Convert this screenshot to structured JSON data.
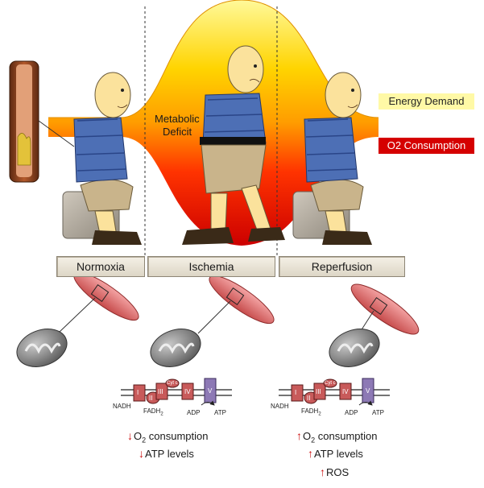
{
  "legend": {
    "energy_demand": "Energy Demand",
    "o2_consumption": "O2 Consumption",
    "energy_color": "#fff9a6",
    "o2_color": "#d50000"
  },
  "overlay": {
    "metabolic_line1": "Metabolic",
    "metabolic_line2": "Deficit"
  },
  "phases": [
    {
      "label": "Normoxia"
    },
    {
      "label": "Ischemia"
    },
    {
      "label": "Reperfusion"
    }
  ],
  "etc": {
    "complexes": [
      "I",
      "II",
      "III",
      "IV",
      "V"
    ],
    "cyt_label": "Cyt c",
    "nadh": "NADH",
    "fadh": "FADH",
    "fadh_sub": "2",
    "adp": "ADP",
    "atp": "ATP"
  },
  "ischemia_readout": {
    "o2_prefix": "O",
    "o2_sub": "2",
    "o2_text": " consumption",
    "atp_text": "ATP levels",
    "direction": "down"
  },
  "reperfusion_readout": {
    "o2_prefix": "O",
    "o2_sub": "2",
    "o2_text": " consumption",
    "atp_text": "ATP levels",
    "ros_text": "ROS",
    "direction": "up"
  },
  "icons": [
    "vessel-icon",
    "seated-man-icon",
    "walking-man-icon",
    "muscle-icon",
    "mitochondrion-icon",
    "etc-icon",
    "arrow-down-icon",
    "arrow-up-icon"
  ]
}
